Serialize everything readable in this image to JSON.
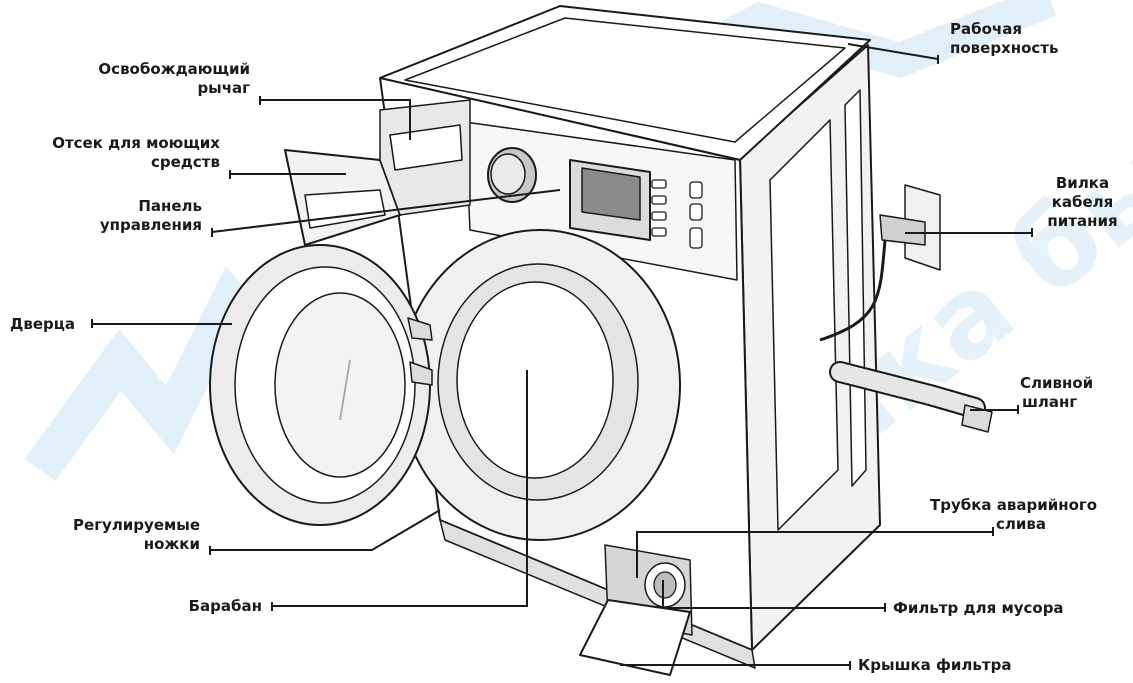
{
  "labels": {
    "work_surface": [
      "Рабочая",
      "поверхность"
    ],
    "release_lever": [
      "Освобождающий",
      "рычаг"
    ],
    "detergent_drawer": [
      "Отсек для моющих",
      "средств"
    ],
    "control_panel": [
      "Панель",
      "управления"
    ],
    "door": [
      "Дверца"
    ],
    "power_plug": [
      "Вилка",
      "кабеля",
      "питания"
    ],
    "drain_hose": [
      "Сливной",
      "шланг"
    ],
    "emergency_drain": [
      "Трубка аварийного",
      "слива"
    ],
    "adjustable_feet": [
      "Регулируемые",
      "ножки"
    ],
    "drum": [
      "Барабан"
    ],
    "debris_filter": [
      "Фильтр для мусора"
    ],
    "filter_cover": [
      "Крышка фильтра"
    ]
  },
  "watermark": "Ника бытовой",
  "colors": {
    "line": "#1a1a1a",
    "body_fill": "#ffffff",
    "shade": "#d9d9d9",
    "dark": "#6e6e6e",
    "watermark": "#c9e3f3"
  }
}
